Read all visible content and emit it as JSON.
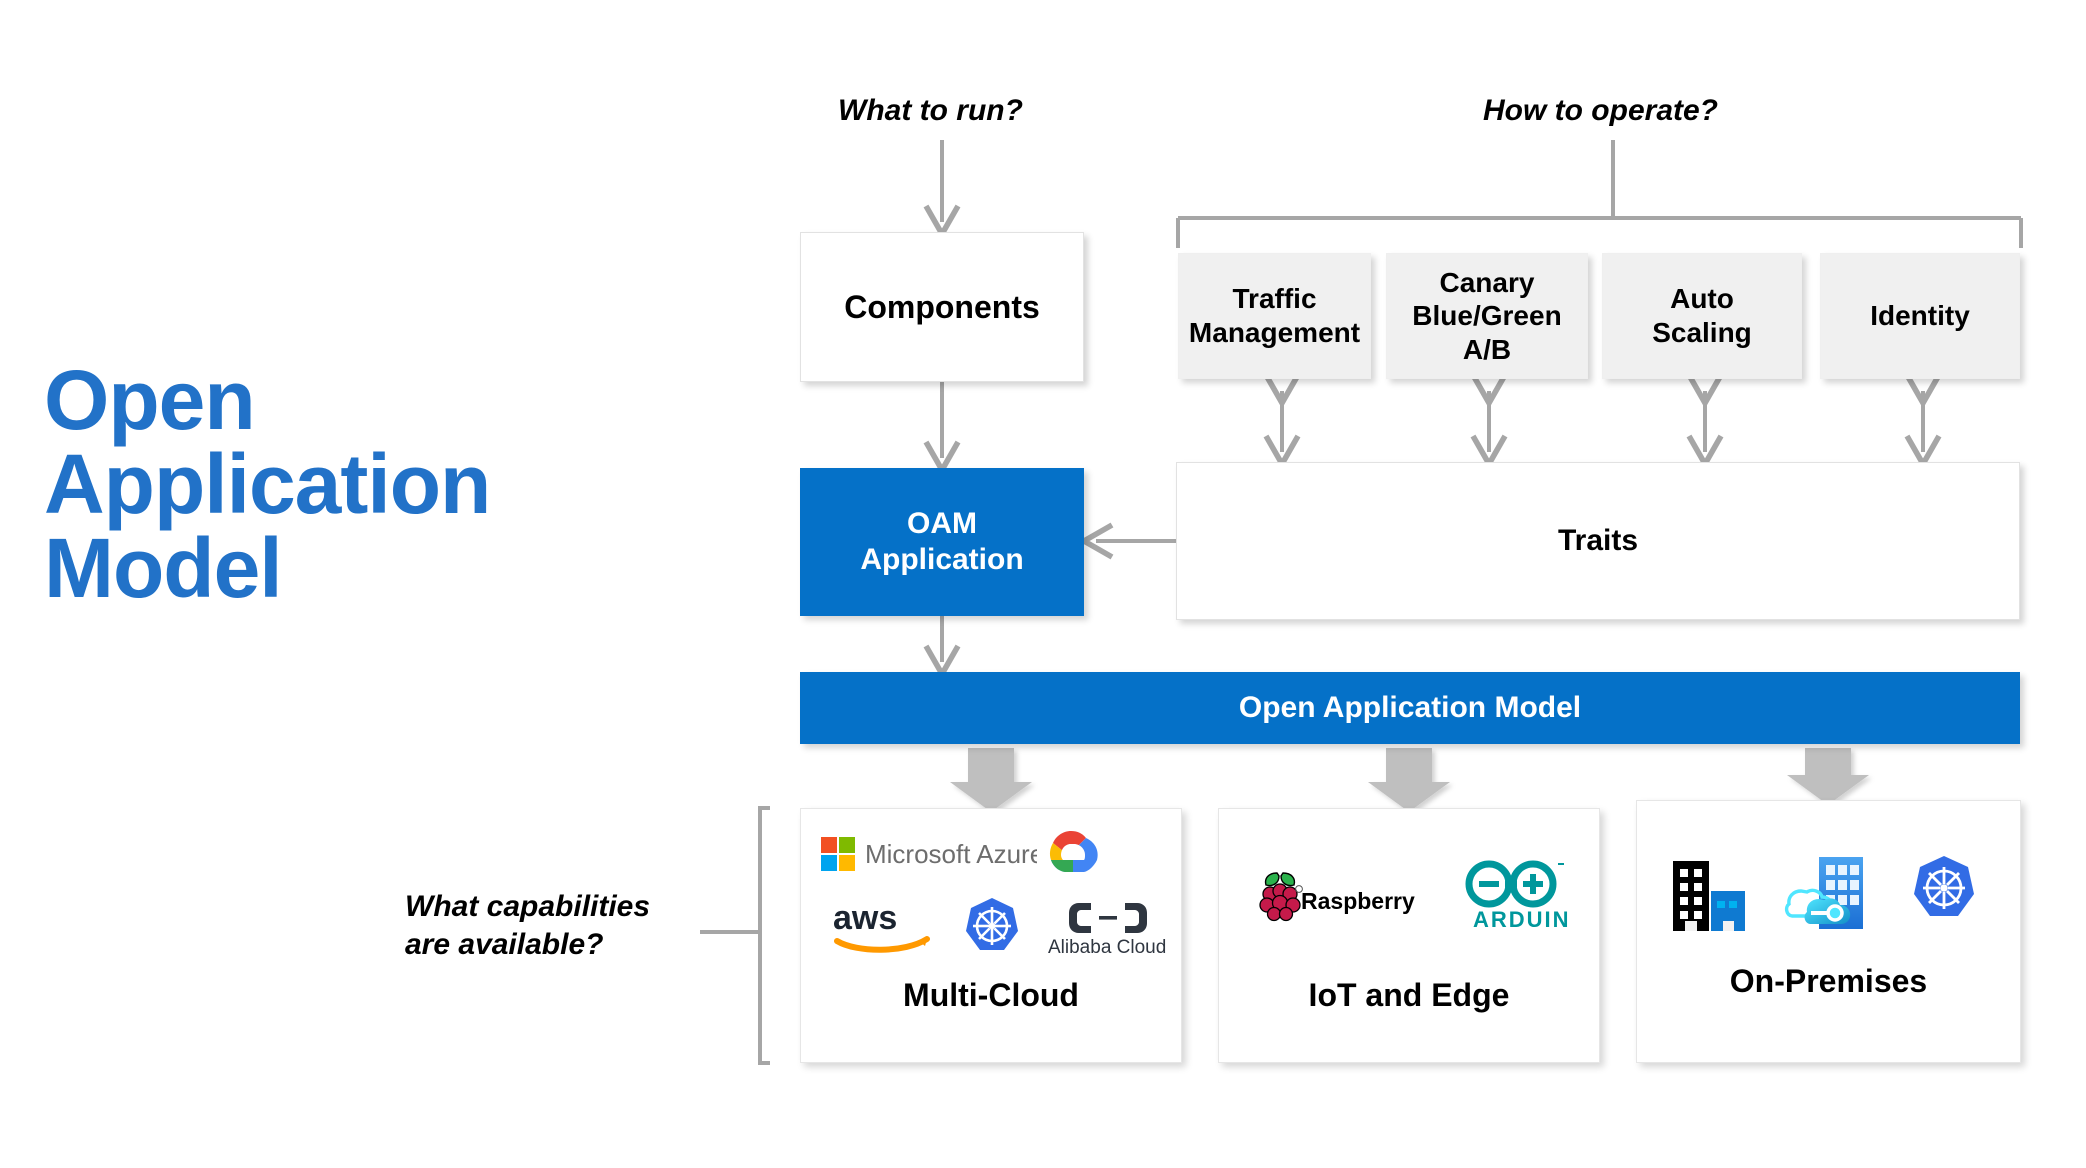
{
  "title": {
    "line1": "Open",
    "line2": "Application",
    "line3": "Model",
    "color": "#2272c8"
  },
  "questions": {
    "what_to_run": "What to run?",
    "how_to_operate": "How to operate?",
    "capabilities": "What capabilities\nare available?"
  },
  "nodes": {
    "components": "Components",
    "oam_application": "OAM\nApplication",
    "traits": "Traits",
    "oam_bar": "Open Application Model"
  },
  "traits_boxes": [
    {
      "label": "Traffic\nManagement"
    },
    {
      "label": "Canary\nBlue/Green\nA/B"
    },
    {
      "label": "Auto\nScaling"
    },
    {
      "label": "Identity"
    }
  ],
  "platform_cards": [
    {
      "title": "Multi-Cloud",
      "logos": [
        {
          "name": "microsoft-azure-logo",
          "text": "Microsoft Azure"
        },
        {
          "name": "google-cloud-logo",
          "text": ""
        },
        {
          "name": "aws-logo",
          "text": "aws"
        },
        {
          "name": "kubernetes-logo",
          "text": ""
        },
        {
          "name": "alibaba-cloud-logo",
          "text": "Alibaba Cloud"
        }
      ]
    },
    {
      "title": "IoT and Edge",
      "logos": [
        {
          "name": "raspberry-pi-logo",
          "text": "Raspberry Pi"
        },
        {
          "name": "arduino-logo",
          "text": "ARDUINO"
        }
      ]
    },
    {
      "title": "On-Premises",
      "logos": [
        {
          "name": "datacenter-buildings-icon",
          "text": ""
        },
        {
          "name": "azure-hybrid-cloud-icon",
          "text": ""
        },
        {
          "name": "kubernetes-logo",
          "text": ""
        }
      ]
    }
  ],
  "colors": {
    "brand_blue": "#0571c8",
    "title_blue": "#2272c8",
    "connector_grey": "#a6a6a6",
    "block_arrow_grey": "#bfbfbf",
    "grey_box_fill": "#f0f0f0",
    "kubernetes_blue": "#326ce5",
    "arduino_teal": "#00979c",
    "raspberry_red": "#c51a4a",
    "aws_orange": "#ff9900"
  }
}
